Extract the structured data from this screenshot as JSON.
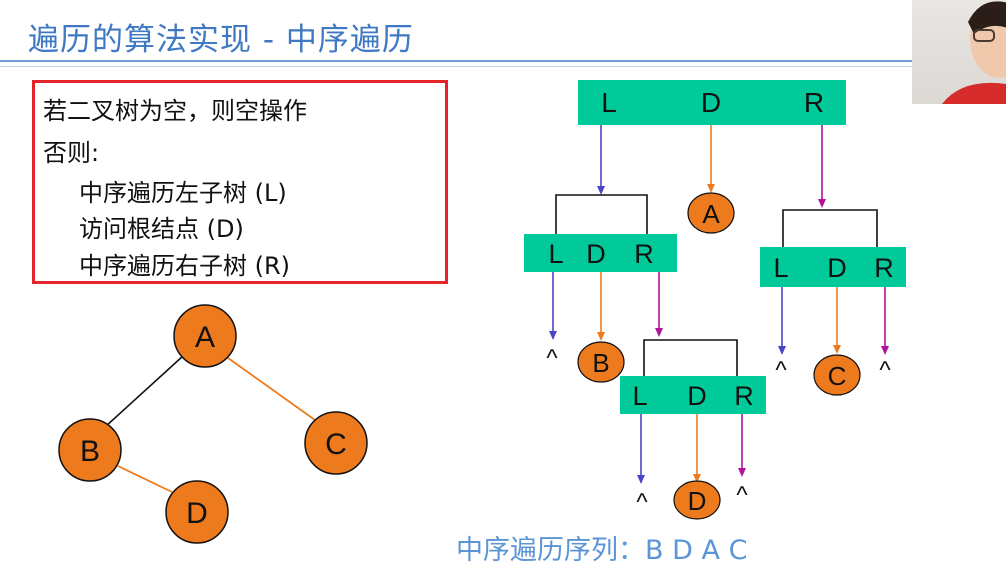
{
  "title": "遍历的算法实现 - 中序遍历",
  "rules": {
    "line1": "若二叉树为空，则空操作",
    "line2": "否则:",
    "line3": "中序遍历左子树 (L)",
    "line4": "访问根结点 (D)",
    "line5": "中序遍历右子树 (R)"
  },
  "tree": {
    "A": "A",
    "B": "B",
    "C": "C",
    "D": "D"
  },
  "ldr": {
    "L": "L",
    "D": "D",
    "R": "R",
    "null": "^"
  },
  "visited": {
    "A": "A",
    "B": "B",
    "C": "C",
    "D": "D"
  },
  "sequence": {
    "label": "中序遍历序列：",
    "items": [
      "B",
      "D",
      "A",
      "C"
    ]
  },
  "colors": {
    "title": "#3f78c3",
    "frame": "#e3242b",
    "node_fill": "#ee7a1e",
    "ldr_box": "#00c99a",
    "arrow_left": "#4a46c8",
    "arrow_mid": "#ee7a1e",
    "arrow_right": "#b0139a",
    "sequence": "#5b95d6"
  }
}
